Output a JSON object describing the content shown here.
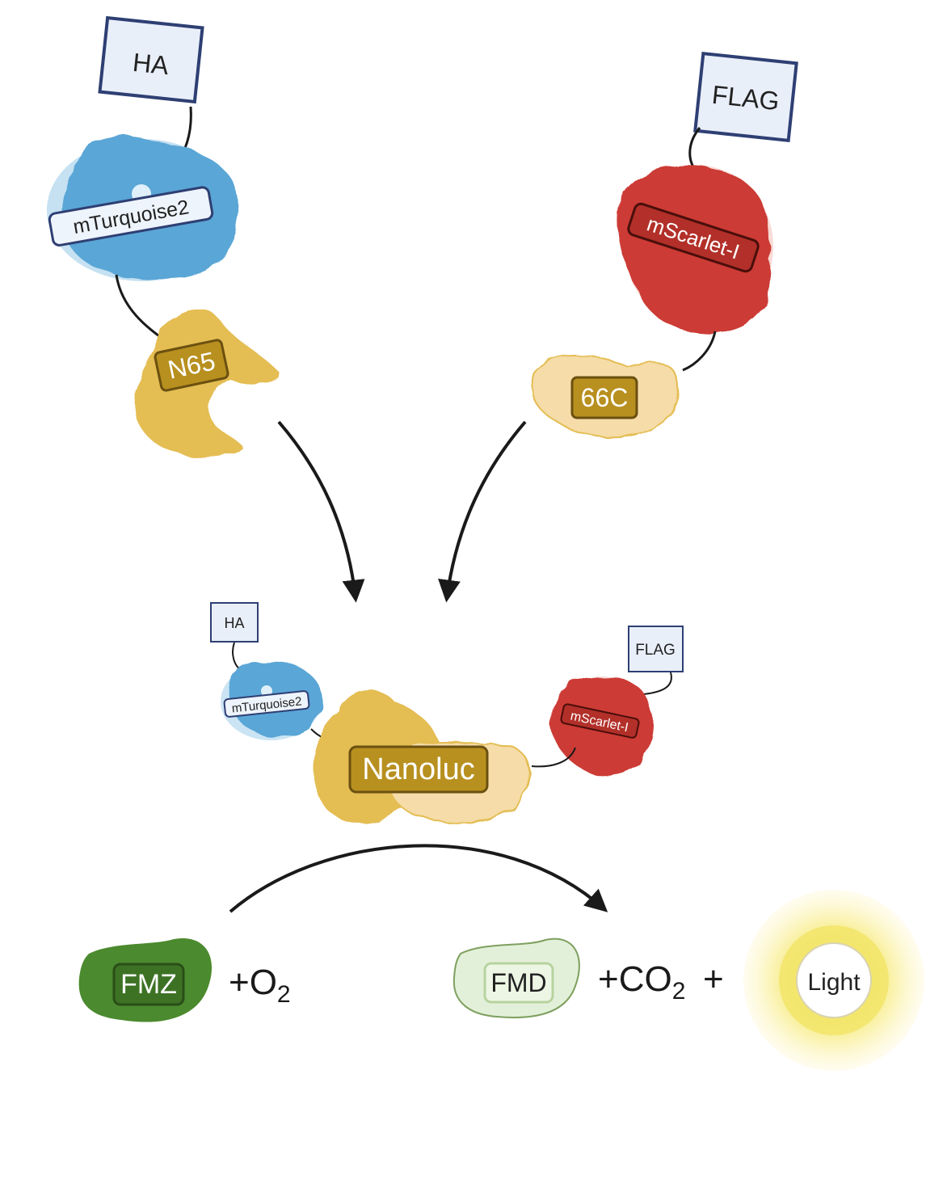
{
  "tags": {
    "ha": "HA",
    "flag": "FLAG"
  },
  "proteins": {
    "mturquoise2": "mTurquoise2",
    "mscarlet": "mScarlet-I",
    "n65": "N65",
    "c66": "66C",
    "nanoluc": "Nanoluc"
  },
  "reaction": {
    "substrate": "FMZ",
    "oxygen_plus": "+O",
    "oxygen_sub": "2",
    "product": "FMD",
    "co2_plus": "+CO",
    "co2_sub": "2",
    "plus": "+",
    "light": "Light"
  },
  "colors": {
    "blue": "#5aa6d6",
    "red": "#cc3a34",
    "yellow": "#e4bd52",
    "pale_yellow": "#f5dca8",
    "label_gold": "#b8901f",
    "dark_green": "#4b8a2e",
    "pale_green": "#e3f0d9",
    "tag_fill": "#e9eff9",
    "tag_stroke": "#2e3f73"
  }
}
